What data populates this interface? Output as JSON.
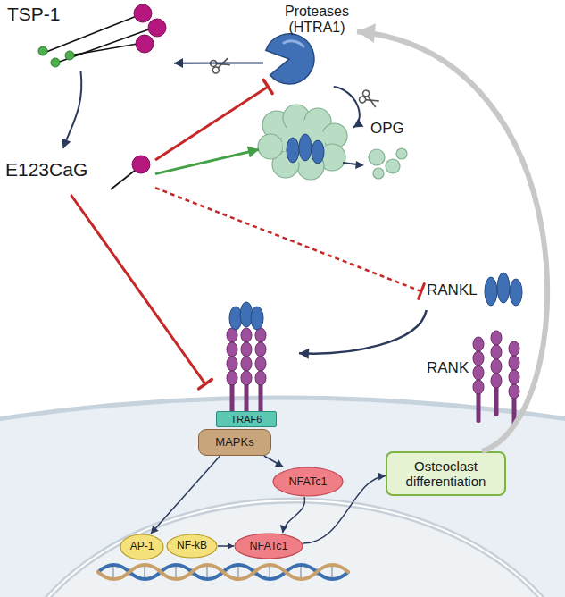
{
  "diagram": {
    "nodes": [
      {
        "text": [
          "TSP-1"
        ]
      },
      {
        "text": [
          "Proteases (HTRA1)"
        ]
      },
      {
        "text": [
          "E123CaG"
        ]
      },
      {
        "text": [
          "OPG"
        ]
      },
      {
        "text": [
          "RANKL"
        ]
      },
      {
        "text": [
          "RANK"
        ]
      },
      {
        "text": [
          "TRAF6"
        ]
      },
      {
        "text": [
          "MAPKs"
        ]
      },
      {
        "text": [
          "NFATc1"
        ]
      },
      {
        "text": [
          "AP-1"
        ]
      },
      {
        "text": [
          "NF-kB"
        ]
      },
      {
        "text": [
          "NFATc1"
        ]
      },
      {
        "text": [
          "Osteoclast differentiation"
        ]
      }
    ],
    "edges": [
      {
        "from": 1,
        "to": 0,
        "arrow": "to"
      },
      {
        "from": 0,
        "to": 2,
        "arrow": "to"
      },
      {
        "from": 1,
        "to": 3,
        "arrow": "to"
      },
      {
        "from": 2,
        "to": 1,
        "arrow": "to"
      },
      {
        "from": 2,
        "to": 3,
        "arrow": "to"
      },
      {
        "from": 2,
        "to": 4,
        "arrow": "to"
      },
      {
        "from": 2,
        "to": 6,
        "arrow": "to"
      },
      {
        "from": 4,
        "to": 6,
        "arrow": "to"
      },
      {
        "from": 7,
        "to": 9,
        "arrow": "to"
      },
      {
        "from": 7,
        "to": 8,
        "arrow": "to"
      },
      {
        "from": 8,
        "to": 11,
        "arrow": "to"
      },
      {
        "from": 10,
        "to": 11,
        "arrow": "to"
      },
      {
        "from": 11,
        "to": 12,
        "arrow": "to"
      },
      {
        "from": 12,
        "to": 1,
        "arrow": "to"
      }
    ]
  }
}
